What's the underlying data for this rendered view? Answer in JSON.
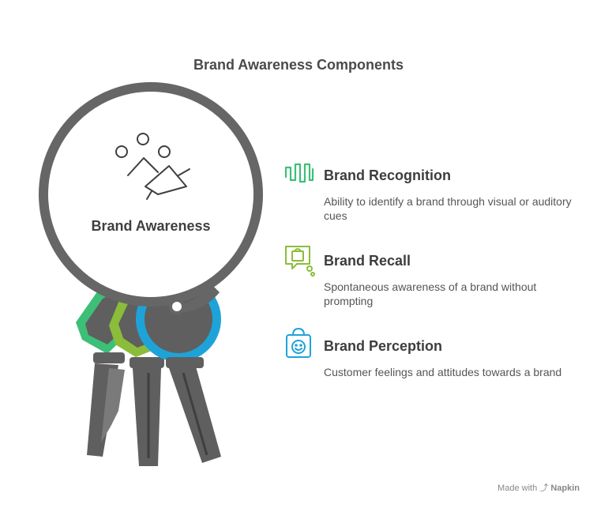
{
  "title": "Brand Awareness Components",
  "hub": {
    "label": "Brand Awareness"
  },
  "items": [
    {
      "heading": "Brand Recognition",
      "description": "Ability to identify a brand through visual or auditory cues",
      "color": "#3dbf77",
      "icon": "waveform-icon"
    },
    {
      "heading": "Brand Recall",
      "description": "Spontaneous awareness of a brand without prompting",
      "color": "#8bbd3a",
      "icon": "shopping-bag-thought-icon"
    },
    {
      "heading": "Brand Perception",
      "description": "Customer feelings and attitudes towards a brand",
      "color": "#1ea3d9",
      "icon": "smiling-bag-icon"
    }
  ],
  "footer": {
    "prefix": "Made with",
    "brand": "Napkin"
  },
  "colors": {
    "ring": "#666666",
    "key_dark": "#5f5f5f"
  }
}
